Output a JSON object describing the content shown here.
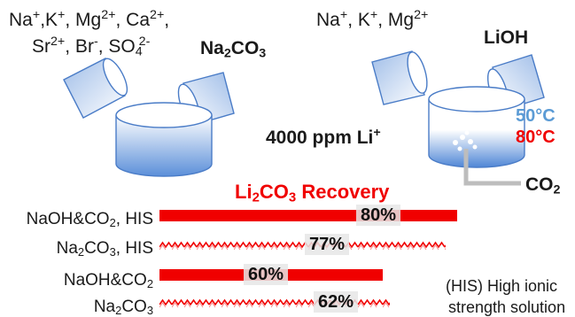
{
  "left_reactor": {
    "ions_line1": [
      "Na",
      "+",
      ",K",
      "+",
      ", Mg",
      "2+",
      ", Ca",
      "2+",
      ","
    ],
    "ions_line2": [
      "Sr",
      "2+",
      ", Br",
      "-",
      ", SO",
      "4",
      "2-"
    ],
    "reagent": [
      "Na",
      "2",
      "CO",
      "3"
    ]
  },
  "right_reactor": {
    "ions": [
      "Na",
      "+",
      ", K",
      "+",
      ", Mg",
      "2+"
    ],
    "reagent": "LiOH",
    "temp_low": "50°C",
    "temp_high": "80°C",
    "gas": [
      "CO",
      "2"
    ]
  },
  "center_label": [
    "4000 ppm Li",
    "+"
  ],
  "chart_data": {
    "type": "bar",
    "orientation": "horizontal",
    "title": [
      "Li",
      "2",
      "CO",
      "3",
      " Recovery"
    ],
    "categories": [
      [
        "NaOH&CO",
        "2",
        ", HIS"
      ],
      [
        "Na",
        "2",
        "CO",
        "3",
        ", HIS"
      ],
      [
        "NaOH&CO",
        "2"
      ],
      [
        "Na",
        "2",
        "CO",
        "3"
      ]
    ],
    "values": [
      80,
      77,
      60,
      62
    ],
    "labels": [
      "80%",
      "77%",
      "60%",
      "62%"
    ],
    "fill": [
      "solid",
      "zigzag",
      "solid",
      "zigzag"
    ],
    "xlim": [
      0,
      100
    ],
    "color": "#f00000"
  },
  "note": {
    "line1": "(HIS) High ionic",
    "line2": "strength solution"
  },
  "colors": {
    "red": "#f00000",
    "blue": "#5b9bd5",
    "vessel": "#4a7cc7"
  }
}
